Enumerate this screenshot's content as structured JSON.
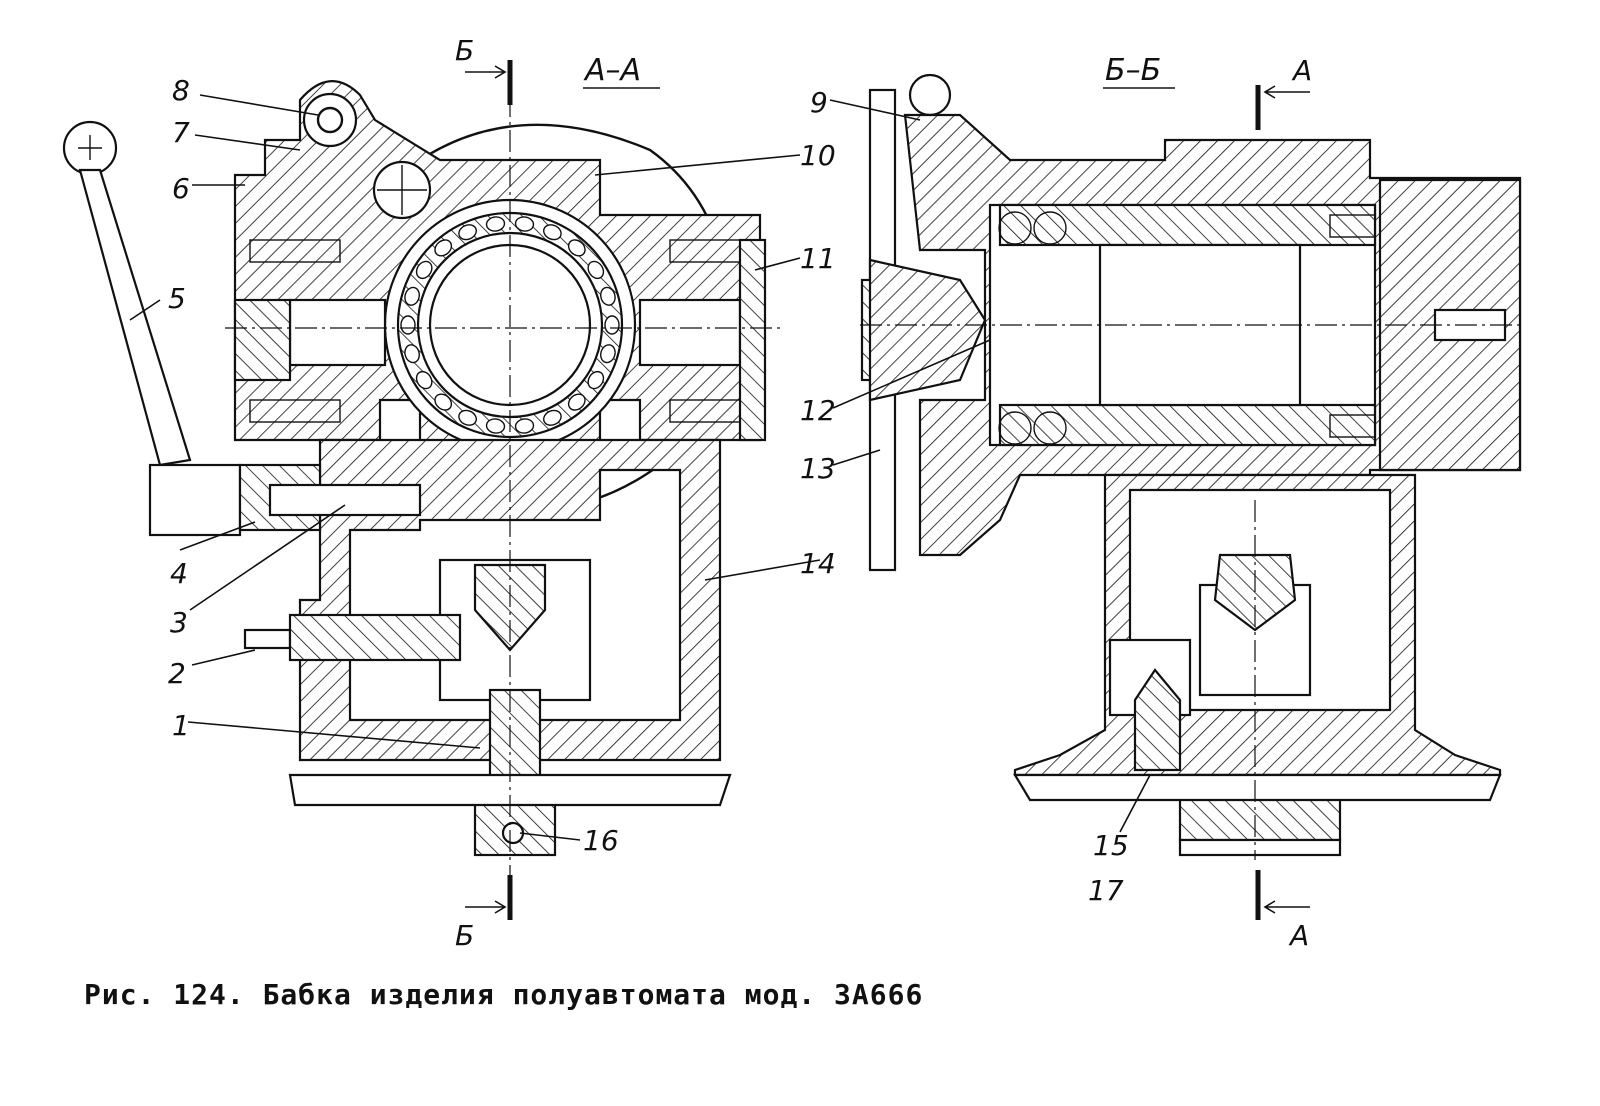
{
  "figure": {
    "caption": "Рис. 124. Бабка изделия полуавтомата мод. 3А666",
    "sections": {
      "left_title": "А–А",
      "right_title": "Б–Б"
    },
    "cut_markers": {
      "left_top": "Б",
      "left_bottom": "Б",
      "right_top": "А",
      "right_bottom": "А"
    },
    "callouts": [
      "1",
      "2",
      "3",
      "4",
      "5",
      "6",
      "7",
      "8",
      "9",
      "10",
      "11",
      "12",
      "13",
      "14",
      "15",
      "16",
      "17"
    ]
  }
}
